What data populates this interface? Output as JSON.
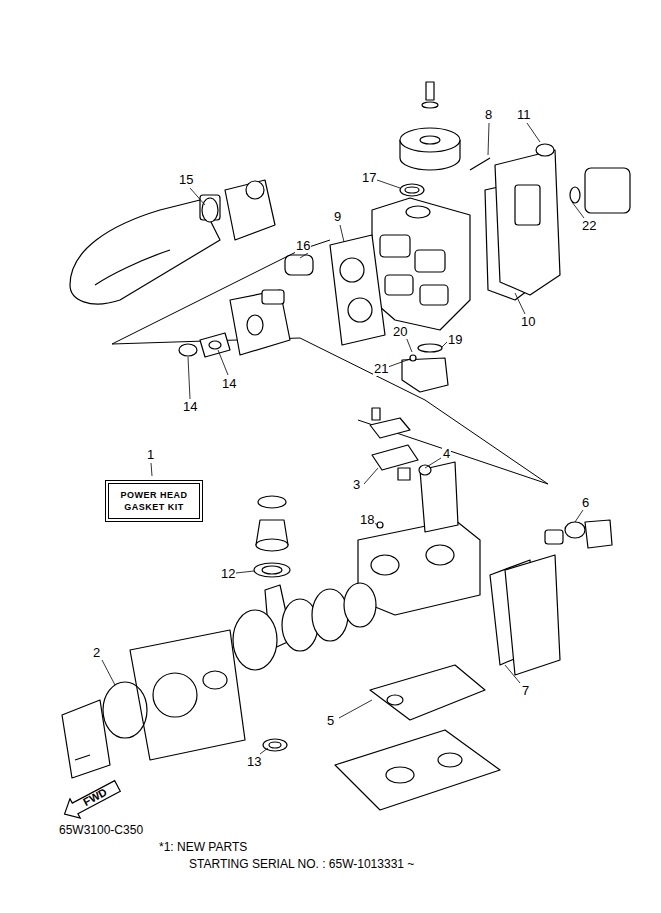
{
  "diagram": {
    "nodes": [
      {
        "text": [
          "POWER HEAD GASKET KIT"
        ]
      },
      {
        "text": [
          "FWD"
        ]
      }
    ],
    "labels": [
      "15",
      "8",
      "11",
      "17",
      "9",
      "16",
      "22",
      "10",
      "20",
      "19",
      "21",
      "14",
      "14",
      "1",
      "4",
      "3",
      "6",
      "18",
      "12",
      "2",
      "7",
      "5",
      "13",
      "65W3100-C350",
      "*1: NEW PARTS",
      "STARTING SERIAL NO. : 65W-1013331 ~"
    ]
  }
}
